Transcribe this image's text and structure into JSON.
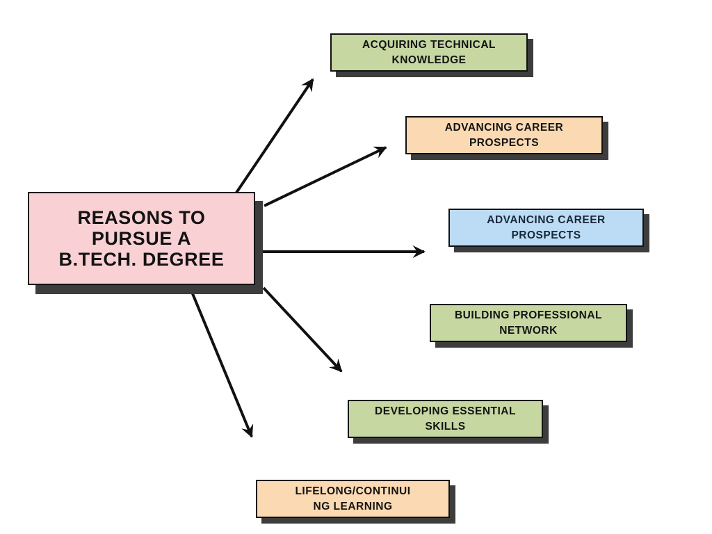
{
  "diagram": {
    "type": "mind-map",
    "background": "#ffffff",
    "center": {
      "id": "reasons-to-pursue-btech-degree",
      "lines": [
        "REASONS TO",
        "PURSUE A",
        "B.TECH. DEGREE"
      ],
      "color_key": "pink"
    },
    "nodes": [
      {
        "id": "acquiring-technical-knowledge",
        "lines": [
          "ACQUIRING TECHNICAL",
          "KNOWLEDGE"
        ],
        "color_key": "green"
      },
      {
        "id": "advancing-career-prospects-1",
        "lines": [
          "ADVANCING CAREER",
          "PROSPECTS"
        ],
        "color_key": "orange"
      },
      {
        "id": "advancing-career-prospects-2",
        "lines": [
          "ADVANCING CAREER",
          "PROSPECTS"
        ],
        "color_key": "blue"
      },
      {
        "id": "building-professional-network",
        "lines": [
          "BUILDING PROFESSIONAL",
          "NETWORK"
        ],
        "color_key": "green"
      },
      {
        "id": "developing-essential-skills",
        "lines": [
          "DEVELOPING ESSENTIAL",
          "SKILLS"
        ],
        "color_key": "green"
      },
      {
        "id": "lifelong-continuing-learning",
        "lines": [
          "LIFELONG/CONTINUI",
          "NG LEARNING"
        ],
        "color_key": "orange"
      }
    ],
    "colors": {
      "pink": "#f9d1d4",
      "green": "#c6d7a2",
      "orange": "#fbd9b2",
      "blue": "#bcdcf5",
      "shadow": "#3d3d3d",
      "arrow": "#111111",
      "border": "#111111"
    },
    "arrow_count": 5
  }
}
